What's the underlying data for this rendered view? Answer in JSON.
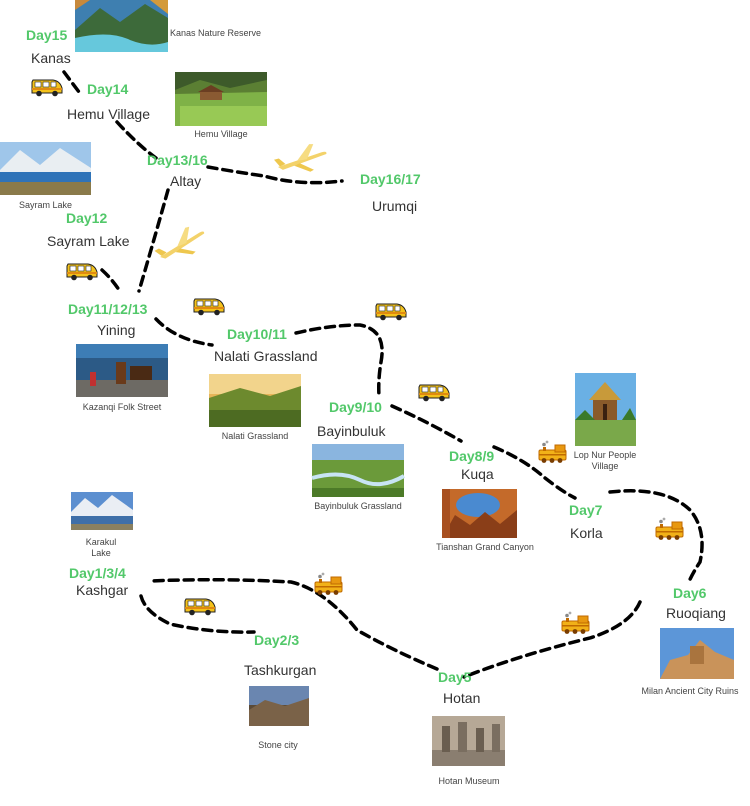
{
  "stops": {
    "kanas": {
      "day": "Day15",
      "city": "Kanas"
    },
    "hemu": {
      "day": "Day14",
      "city": "Hemu Village"
    },
    "altay": {
      "day": "Day13/16",
      "city": "Altay"
    },
    "urumqi": {
      "day": "Day16/17",
      "city": "Urumqi"
    },
    "sayram": {
      "day": "Day12",
      "city": "Sayram Lake"
    },
    "yining": {
      "day": "Day11/12/13",
      "city": "Yining"
    },
    "nalati": {
      "day": "Day10/11",
      "city": "Nalati Grassland"
    },
    "bayin": {
      "day": "Day9/10",
      "city": "Bayinbuluk"
    },
    "kuqa": {
      "day": "Day8/9",
      "city": "Kuqa"
    },
    "korla": {
      "day": "Day7",
      "city": "Korla"
    },
    "ruoqiang": {
      "day": "Day6",
      "city": "Ruoqiang"
    },
    "kashgar": {
      "day": "Day1/3/4",
      "city": "Kashgar"
    },
    "tash": {
      "day": "Day2/3",
      "city": "Tashkurgan"
    },
    "hotan": {
      "day": "Day5",
      "city": "Hotan"
    }
  },
  "photos": {
    "kanas_nr": "Kanas Nature Reserve",
    "hemu_v": "Hemu Village",
    "sayram_l": "Sayram Lake",
    "kazanqi": "Kazanqi Folk Street",
    "nalati_g": "Nalati Grassland",
    "bayin_g": "Bayinbuluk Grassland",
    "lopnur": "Lop Nur People Village",
    "tianshan": "Tianshan Grand Canyon",
    "karakul": "Karakul Lake",
    "milan": "Milan Ancient City Ruins",
    "stone": "Stone city",
    "hotan_m": "Hotan Museum"
  },
  "icons": {
    "van": "van-icon",
    "train": "train-icon",
    "plane": "plane-icon"
  },
  "colors": {
    "day_label": "#52c86a",
    "route": "#000000",
    "van_body": "#f4c21a",
    "train_body": "#f2b118",
    "plane_body": "#f3d26a"
  }
}
